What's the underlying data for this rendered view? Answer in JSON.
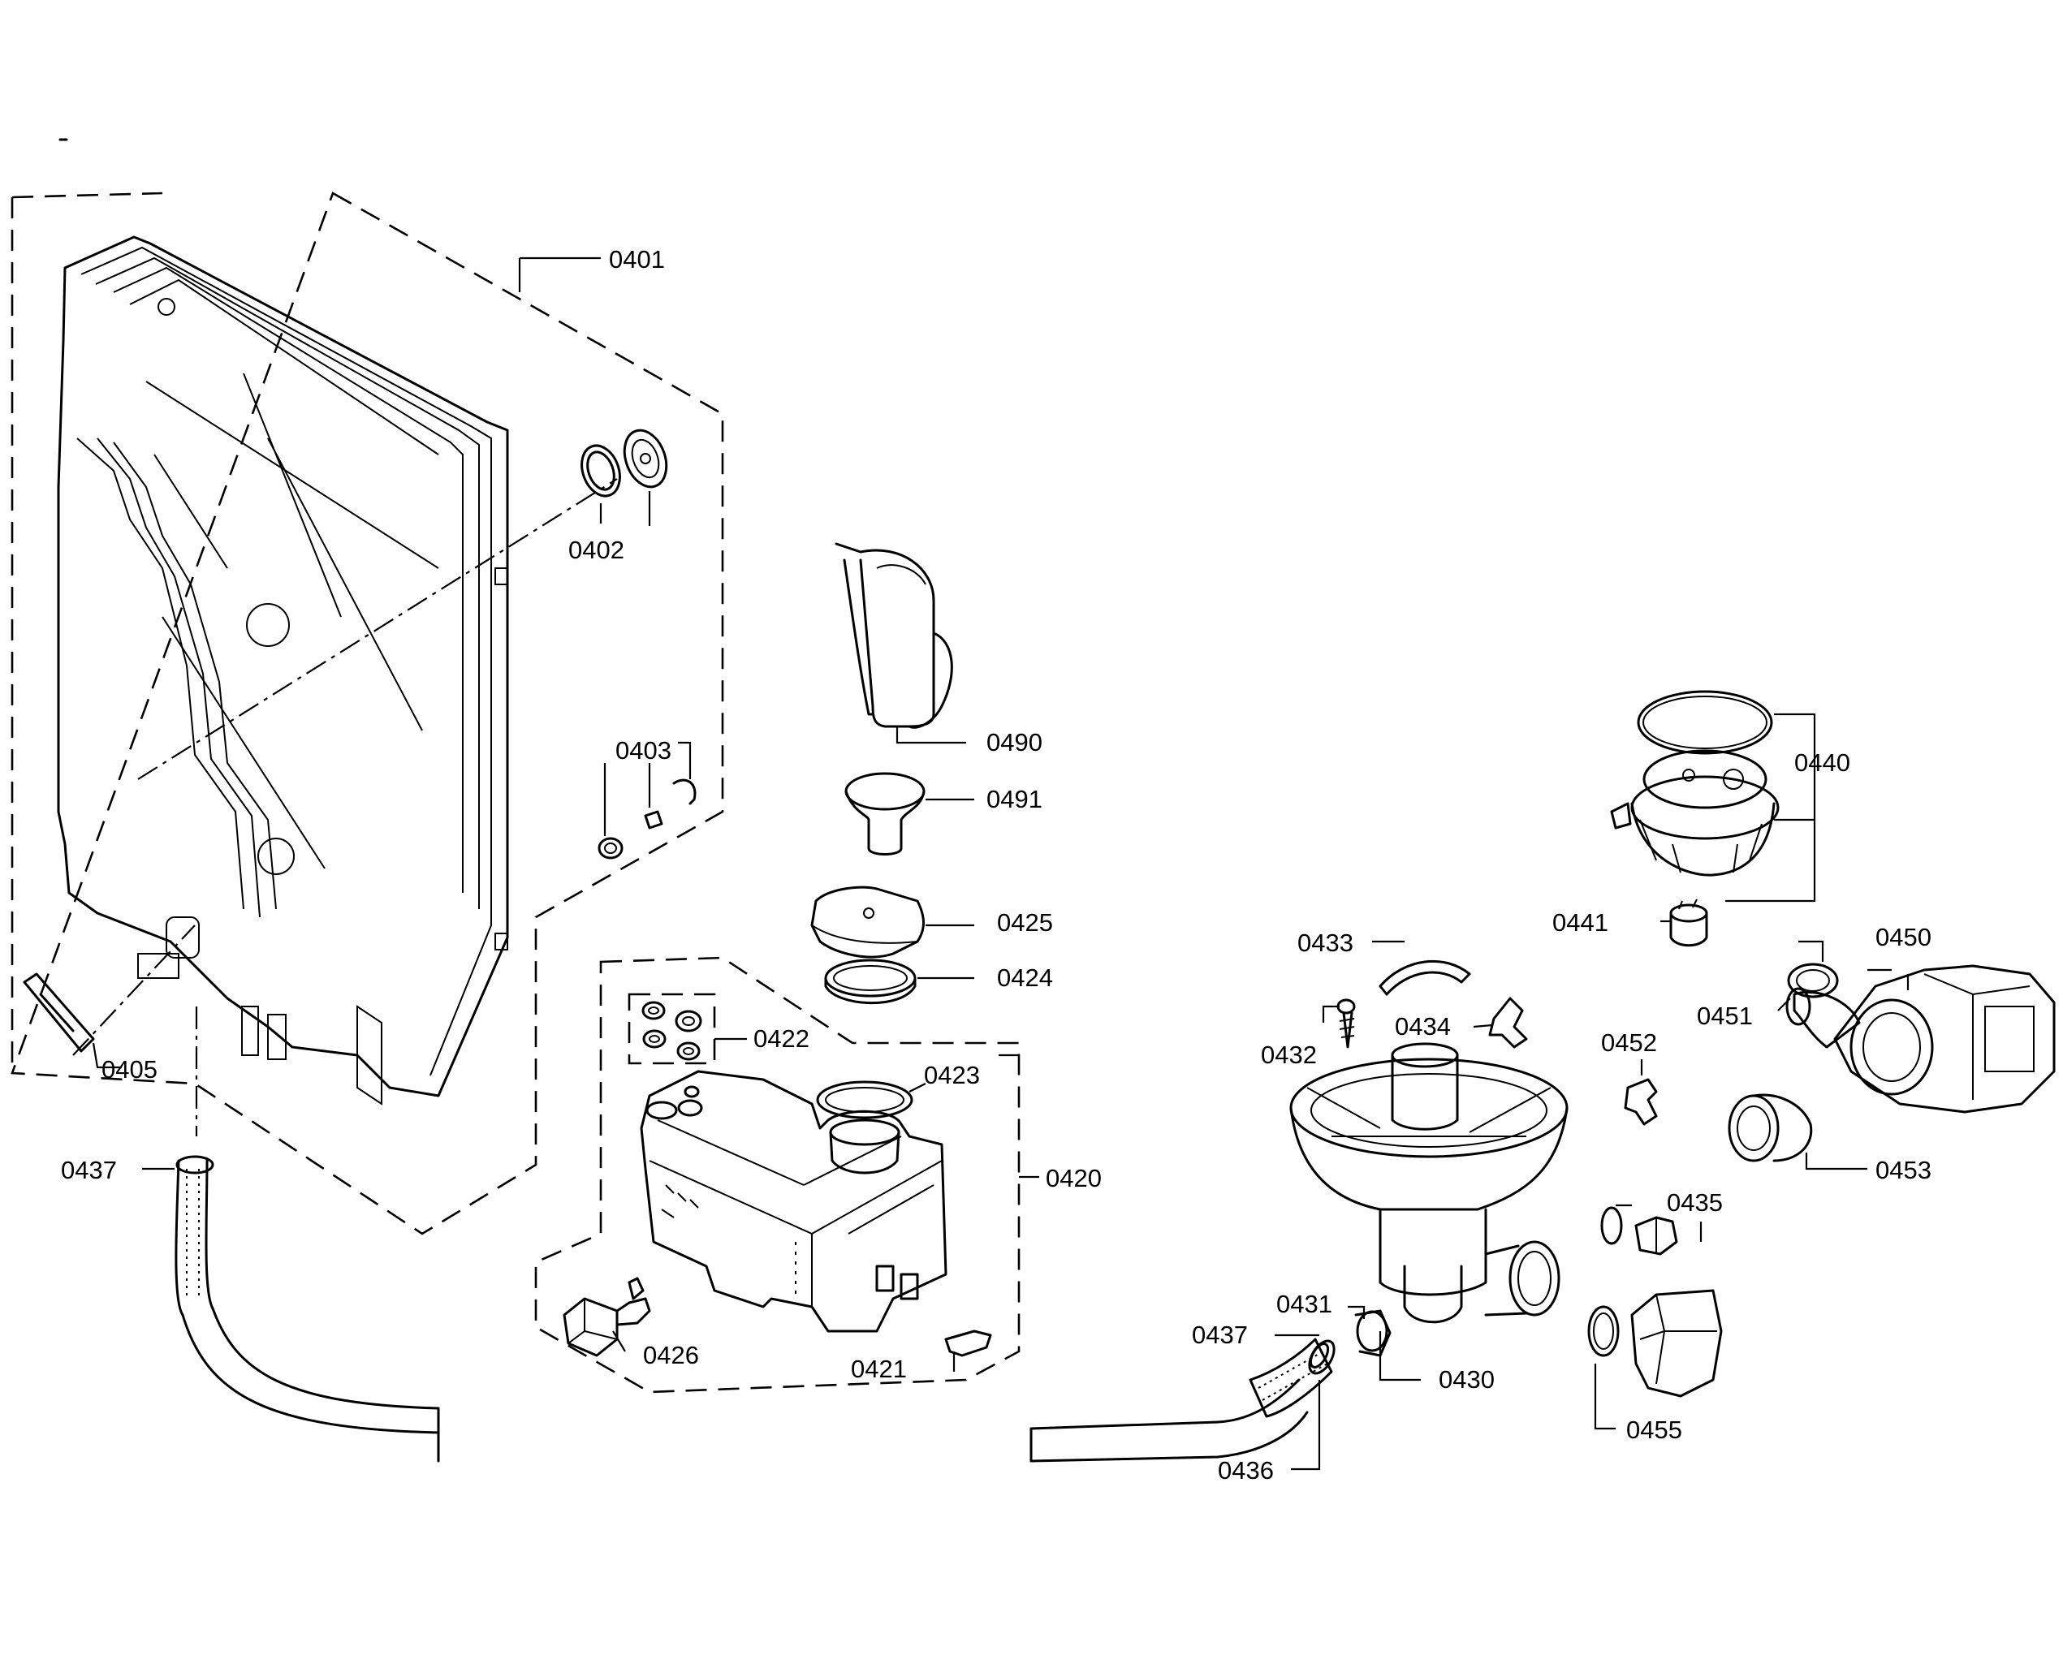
{
  "diagram": {
    "labels": {
      "p0401": "0401",
      "p0402": "0402",
      "p0403": "0403",
      "p0405": "0405",
      "p0437a": "0437",
      "p0437b": "0437",
      "p0490": "0490",
      "p0491": "0491",
      "p0425": "0425",
      "p0424": "0424",
      "p0422": "0422",
      "p0423": "0423",
      "p0420": "0420",
      "p0426": "0426",
      "p0421": "0421",
      "p0433": "0433",
      "p0434": "0434",
      "p0432": "0432",
      "p0431": "0431",
      "p0430": "0430",
      "p0436": "0436",
      "p0440": "0440",
      "p0441": "0441",
      "p0450": "0450",
      "p0451": "0451",
      "p0452": "0452",
      "p0453": "0453",
      "p0435": "0435",
      "p0455": "0455"
    }
  }
}
